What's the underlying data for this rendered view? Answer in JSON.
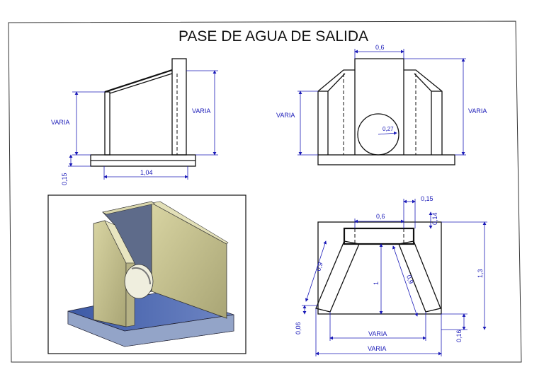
{
  "title": "PASE DE AGUA DE SALIDA",
  "side_view": {
    "varia_left": "VARIA",
    "varia_right": "VARIA",
    "width": "1,04",
    "base_height": "0,15"
  },
  "front_view": {
    "top_width": "0,6",
    "varia_left": "VARIA",
    "varia_right": "VARIA",
    "pipe_radius": "0,27"
  },
  "plan_view": {
    "top_width": "0,6",
    "offset_top": "0,15",
    "wall_thickness_top": "0,14",
    "wing_left": "0,9",
    "wing_right": "0,9",
    "length": "1",
    "overall_height": "1,3",
    "bottom_offset_left": "0,06",
    "bottom_offset_right": "0,16",
    "width_inner": "VARIA",
    "width_outer": "VARIA"
  },
  "colors": {
    "dimension": "#1a1ab8",
    "render_face": "#c9c58f",
    "render_floor": "#4a66b0"
  }
}
